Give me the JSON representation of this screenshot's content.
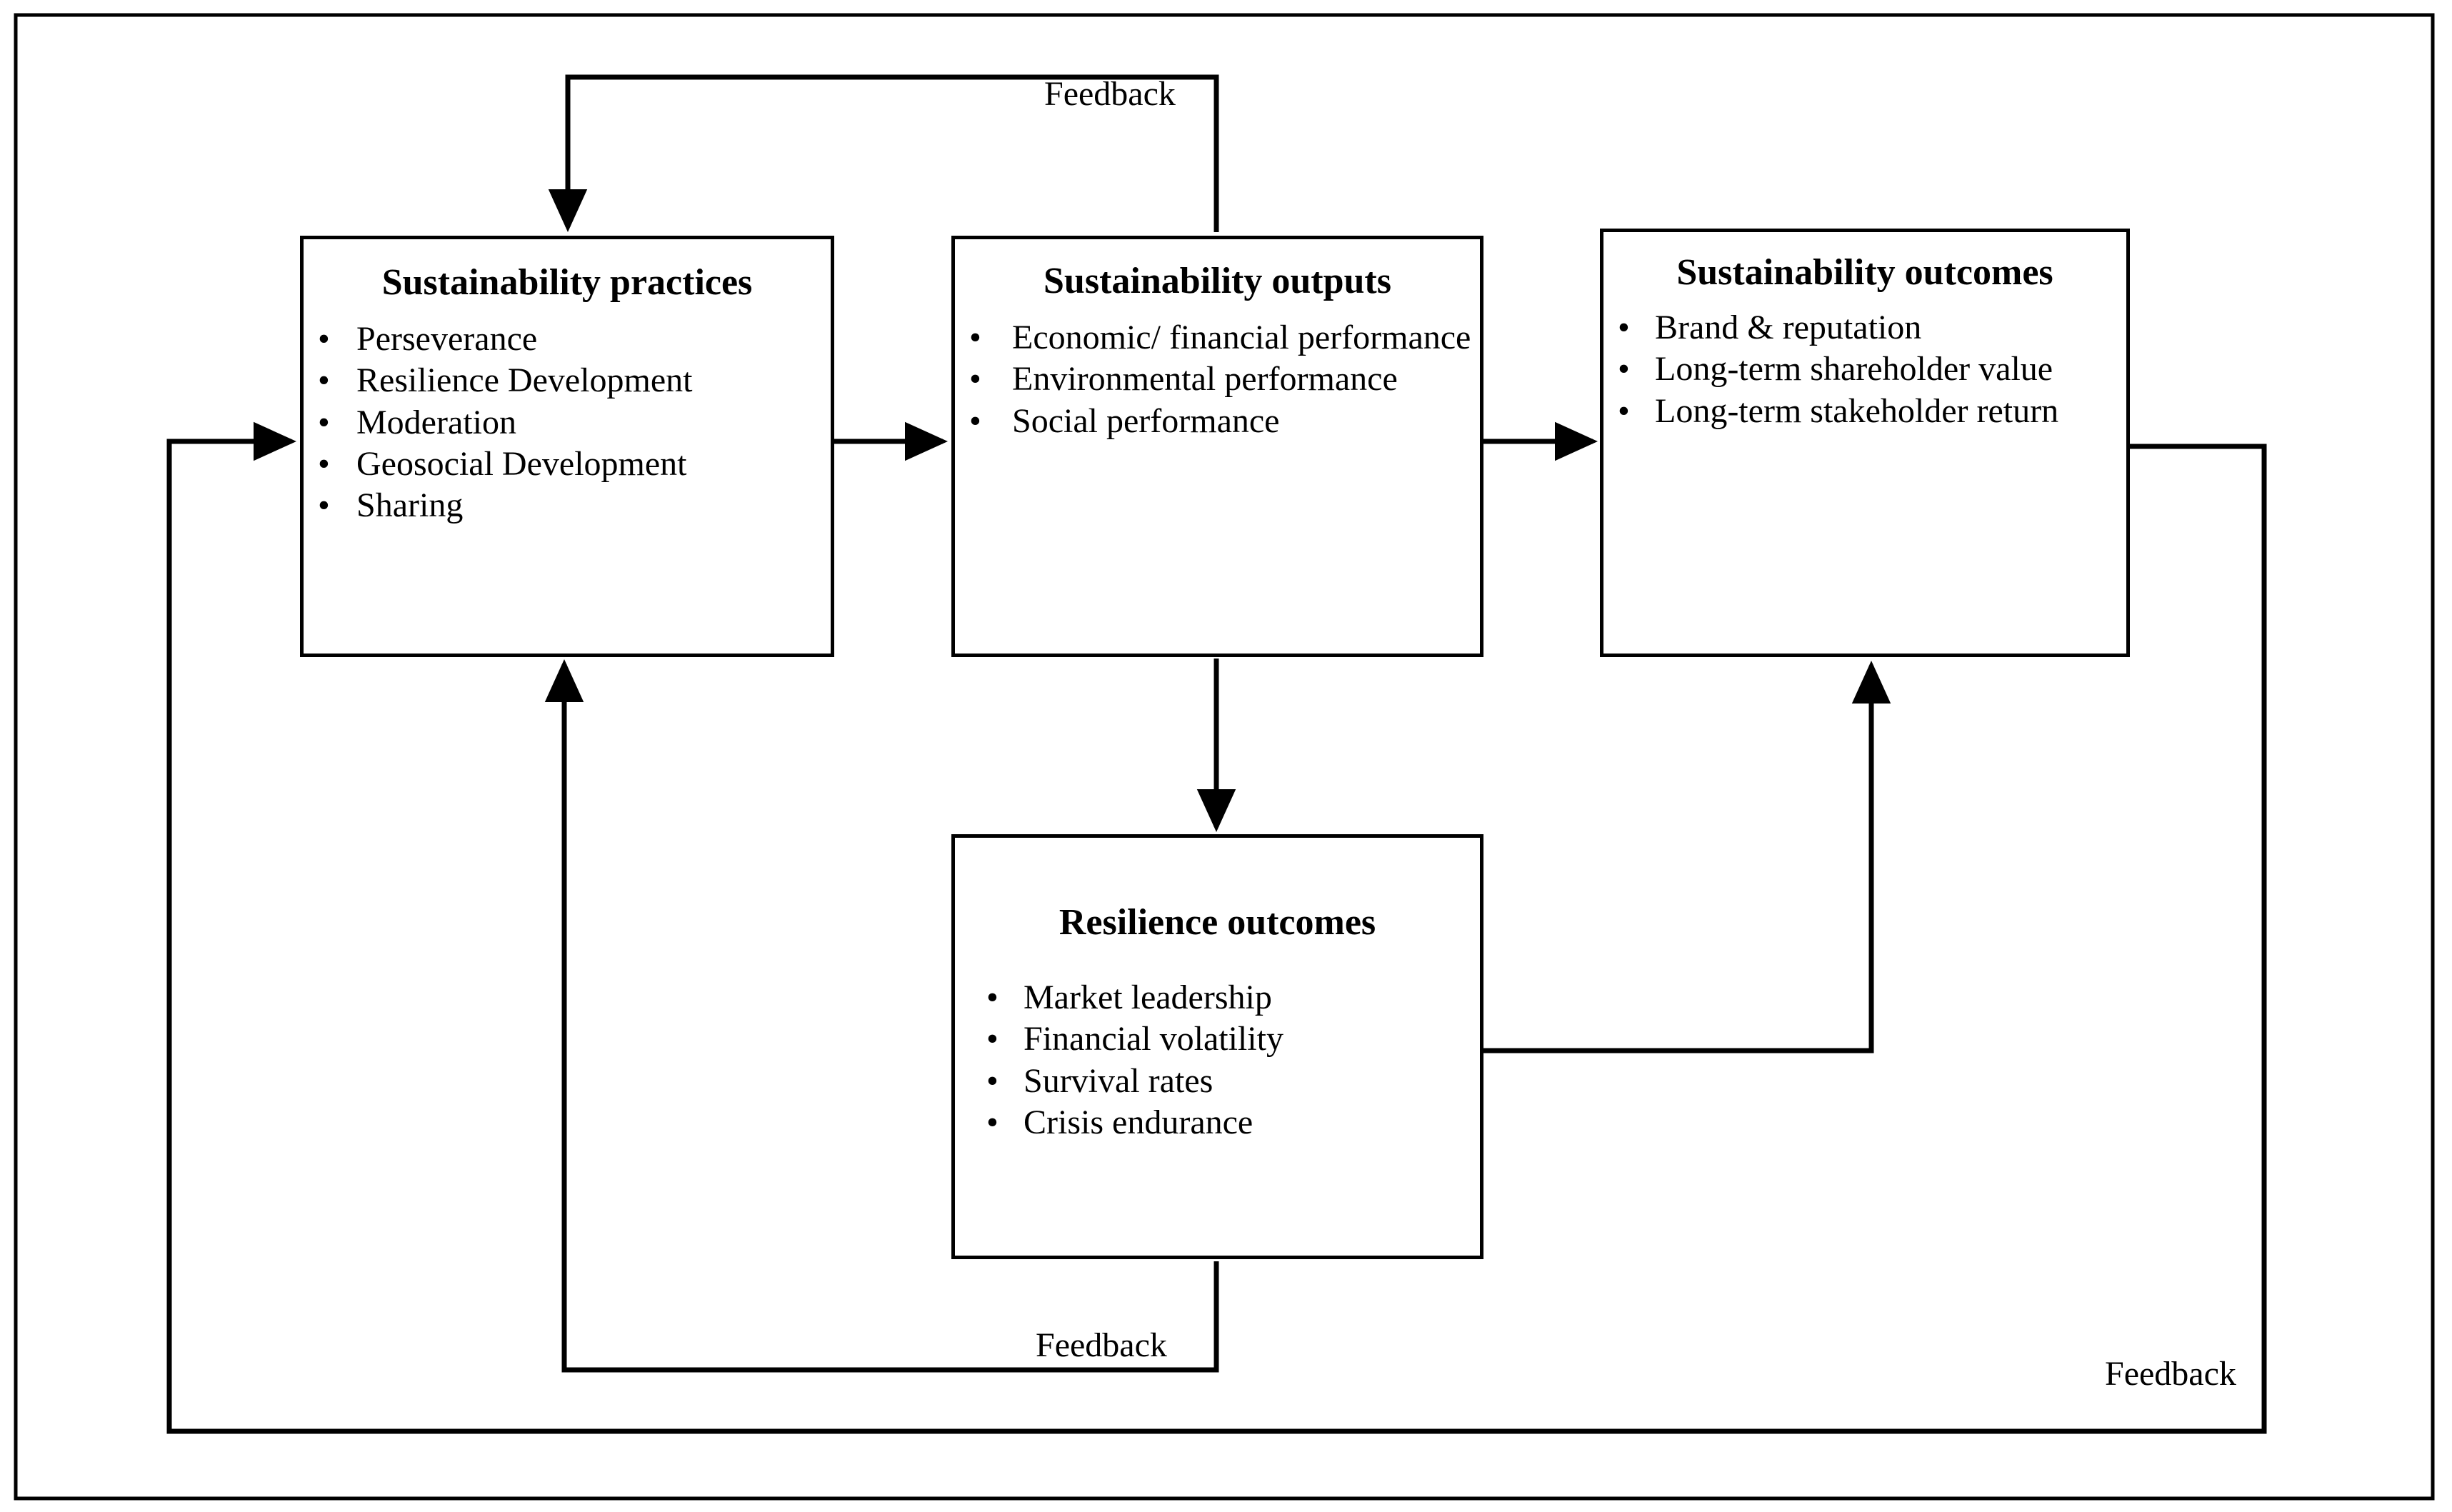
{
  "diagram": {
    "title": "Sustainability practices, outputs, outcomes and resilience feedback model",
    "line_color": "#000000",
    "background": "#ffffff",
    "nodes": [
      {
        "id": "practices",
        "title": "Sustainability practices",
        "items": [
          "Perseverance",
          "Resilience  Development",
          "Moderation",
          "Geosocial  Development",
          "Sharing"
        ]
      },
      {
        "id": "outputs",
        "title": "Sustainability outputs",
        "items": [
          "Economic/ financial performance",
          "Environmental performance",
          "Social performance"
        ]
      },
      {
        "id": "outcomes",
        "title": "Sustainability outcomes",
        "items": [
          "Brand & reputation",
          "Long-term shareholder value",
          "Long-term stakeholder return"
        ]
      },
      {
        "id": "resilience",
        "title": "Resilience outcomes",
        "items": [
          "Market leadership",
          "Financial  volatility",
          "Survival  rates",
          "Crisis  endurance"
        ]
      }
    ],
    "edge_labels": {
      "top": "Feedback",
      "bottom_middle": "Feedback",
      "bottom_right": "Feedback"
    },
    "bullet_glyph": "•"
  }
}
